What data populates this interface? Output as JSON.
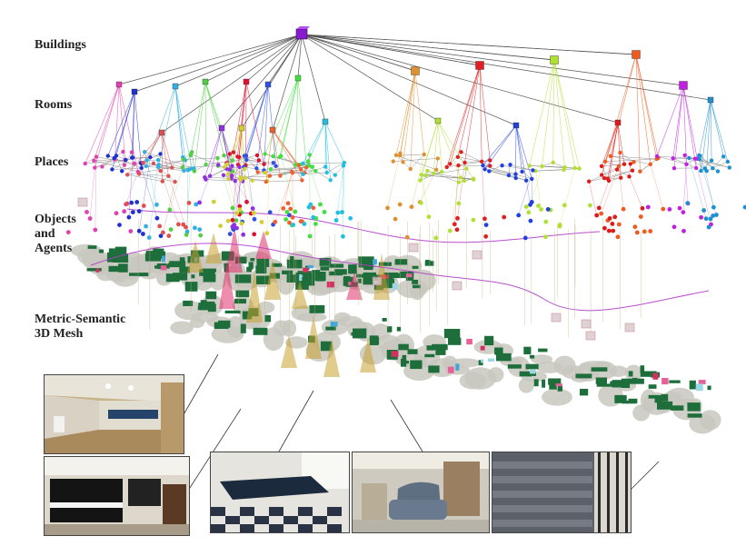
{
  "labels": {
    "buildings": "Buildings",
    "rooms": "Rooms",
    "places": "Places",
    "objects_line1": "Objects",
    "objects_line2": "and",
    "objects_line3": "Agents",
    "mesh_line1": "Metric-Semantic",
    "mesh_line2": "3D Mesh"
  },
  "colors": {
    "mesh_green": "#1e6e3c",
    "mesh_gray": "#c8c8c0",
    "agent_trajectory": "#b03cc8",
    "building_node": "#8a1ad0",
    "edge_gray": "#555555"
  },
  "photos": [
    {
      "name": "photo-room-lobby",
      "subject": "lobby"
    },
    {
      "name": "photo-room-piano",
      "subject": "piano"
    },
    {
      "name": "photo-room-pingpong",
      "subject": "ping-pong table"
    },
    {
      "name": "photo-room-armchair",
      "subject": "armchair"
    },
    {
      "name": "photo-room-stairs",
      "subject": "stairs"
    }
  ],
  "rooms": [
    {
      "color": "#e040b0"
    },
    {
      "color": "#2030d0"
    },
    {
      "color": "#30b0e0"
    },
    {
      "color": "#50d040"
    },
    {
      "color": "#e01030"
    },
    {
      "color": "#3050e0"
    },
    {
      "color": "#40e040"
    },
    {
      "color": "#e09030"
    },
    {
      "color": "#e02020"
    },
    {
      "color": "#b0e030"
    },
    {
      "color": "#f05a1e"
    },
    {
      "color": "#c020e0"
    },
    {
      "color": "#1e90d0"
    },
    {
      "color": "#9030e0"
    },
    {
      "color": "#d0d030"
    },
    {
      "color": "#f06030"
    },
    {
      "color": "#20c0e0"
    },
    {
      "color": "#b0e030"
    },
    {
      "color": "#2040e0"
    },
    {
      "color": "#e01a1a"
    },
    {
      "color": "#e05050"
    }
  ]
}
